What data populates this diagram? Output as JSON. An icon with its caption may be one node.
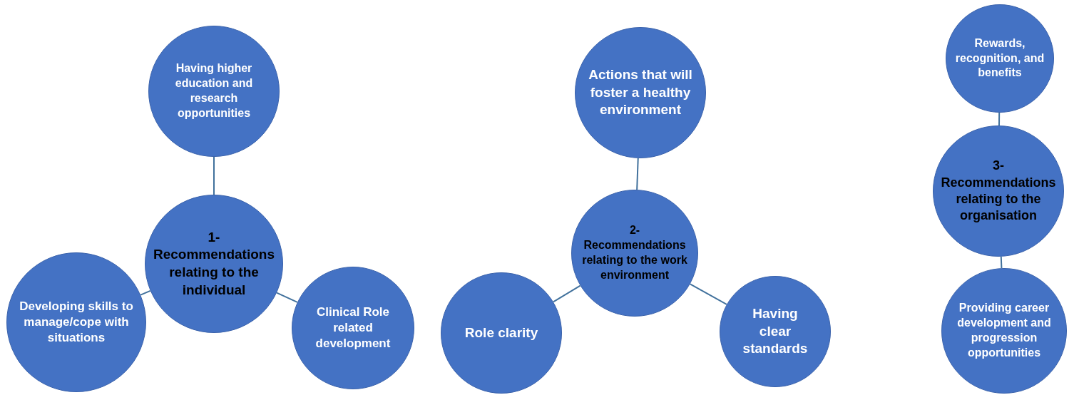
{
  "diagram": {
    "nodes": [
      {
        "text": [
          "1-",
          "Recommendations relating to the individual"
        ]
      },
      {
        "text": [
          "Having higher education and research opportunities"
        ]
      },
      {
        "text": [
          "Developing skills to manage/cope with situations"
        ]
      },
      {
        "text": [
          "Clinical Role related development"
        ]
      },
      {
        "text": [
          "2-",
          "Recommendations relating to the work environment"
        ]
      },
      {
        "text": [
          "Actions that will foster a healthy environment"
        ]
      },
      {
        "text": [
          "Role clarity"
        ]
      },
      {
        "text": [
          "Having clear standards"
        ]
      },
      {
        "text": [
          "3-",
          "Recommendations relating to the organisation"
        ]
      },
      {
        "text": [
          "Rewards, recognition, and benefits"
        ]
      },
      {
        "text": [
          "Providing career development and progression opportunities"
        ]
      }
    ],
    "edges": [
      {
        "from": 0,
        "to": 1,
        "arrow": "none"
      },
      {
        "from": 0,
        "to": 2,
        "arrow": "none"
      },
      {
        "from": 0,
        "to": 3,
        "arrow": "none"
      },
      {
        "from": 4,
        "to": 5,
        "arrow": "none"
      },
      {
        "from": 4,
        "to": 6,
        "arrow": "none"
      },
      {
        "from": 4,
        "to": 7,
        "arrow": "none"
      },
      {
        "from": 8,
        "to": 9,
        "arrow": "none"
      },
      {
        "from": 8,
        "to": 10,
        "arrow": "none"
      }
    ]
  }
}
